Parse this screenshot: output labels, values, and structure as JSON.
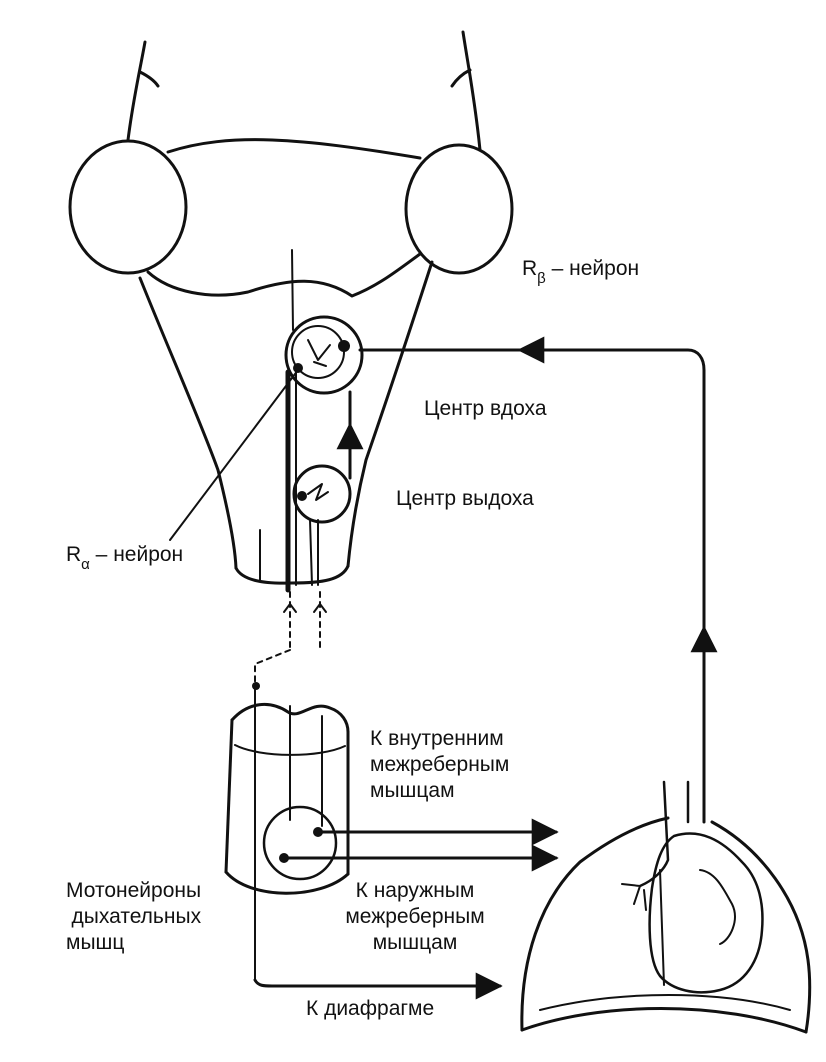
{
  "labels": {
    "r_beta_prefix": "R",
    "r_beta_sub": "β",
    "r_beta_suffix": " – нейрон",
    "r_alpha_prefix": "R",
    "r_alpha_sub": "α",
    "r_alpha_suffix": " – нейрон",
    "inspiration_center": "Центр вдоха",
    "expiration_center": "Центр выдоха",
    "internal_intercostal": [
      "К внутренним",
      "межреберным",
      "мышцам"
    ],
    "external_intercostal": [
      "К наружным",
      "межреберным",
      "мышцам"
    ],
    "motoneurons": [
      "Мотонейроны",
      "дыхательных",
      "мышц"
    ],
    "diaphragm": "К диафрагме"
  }
}
